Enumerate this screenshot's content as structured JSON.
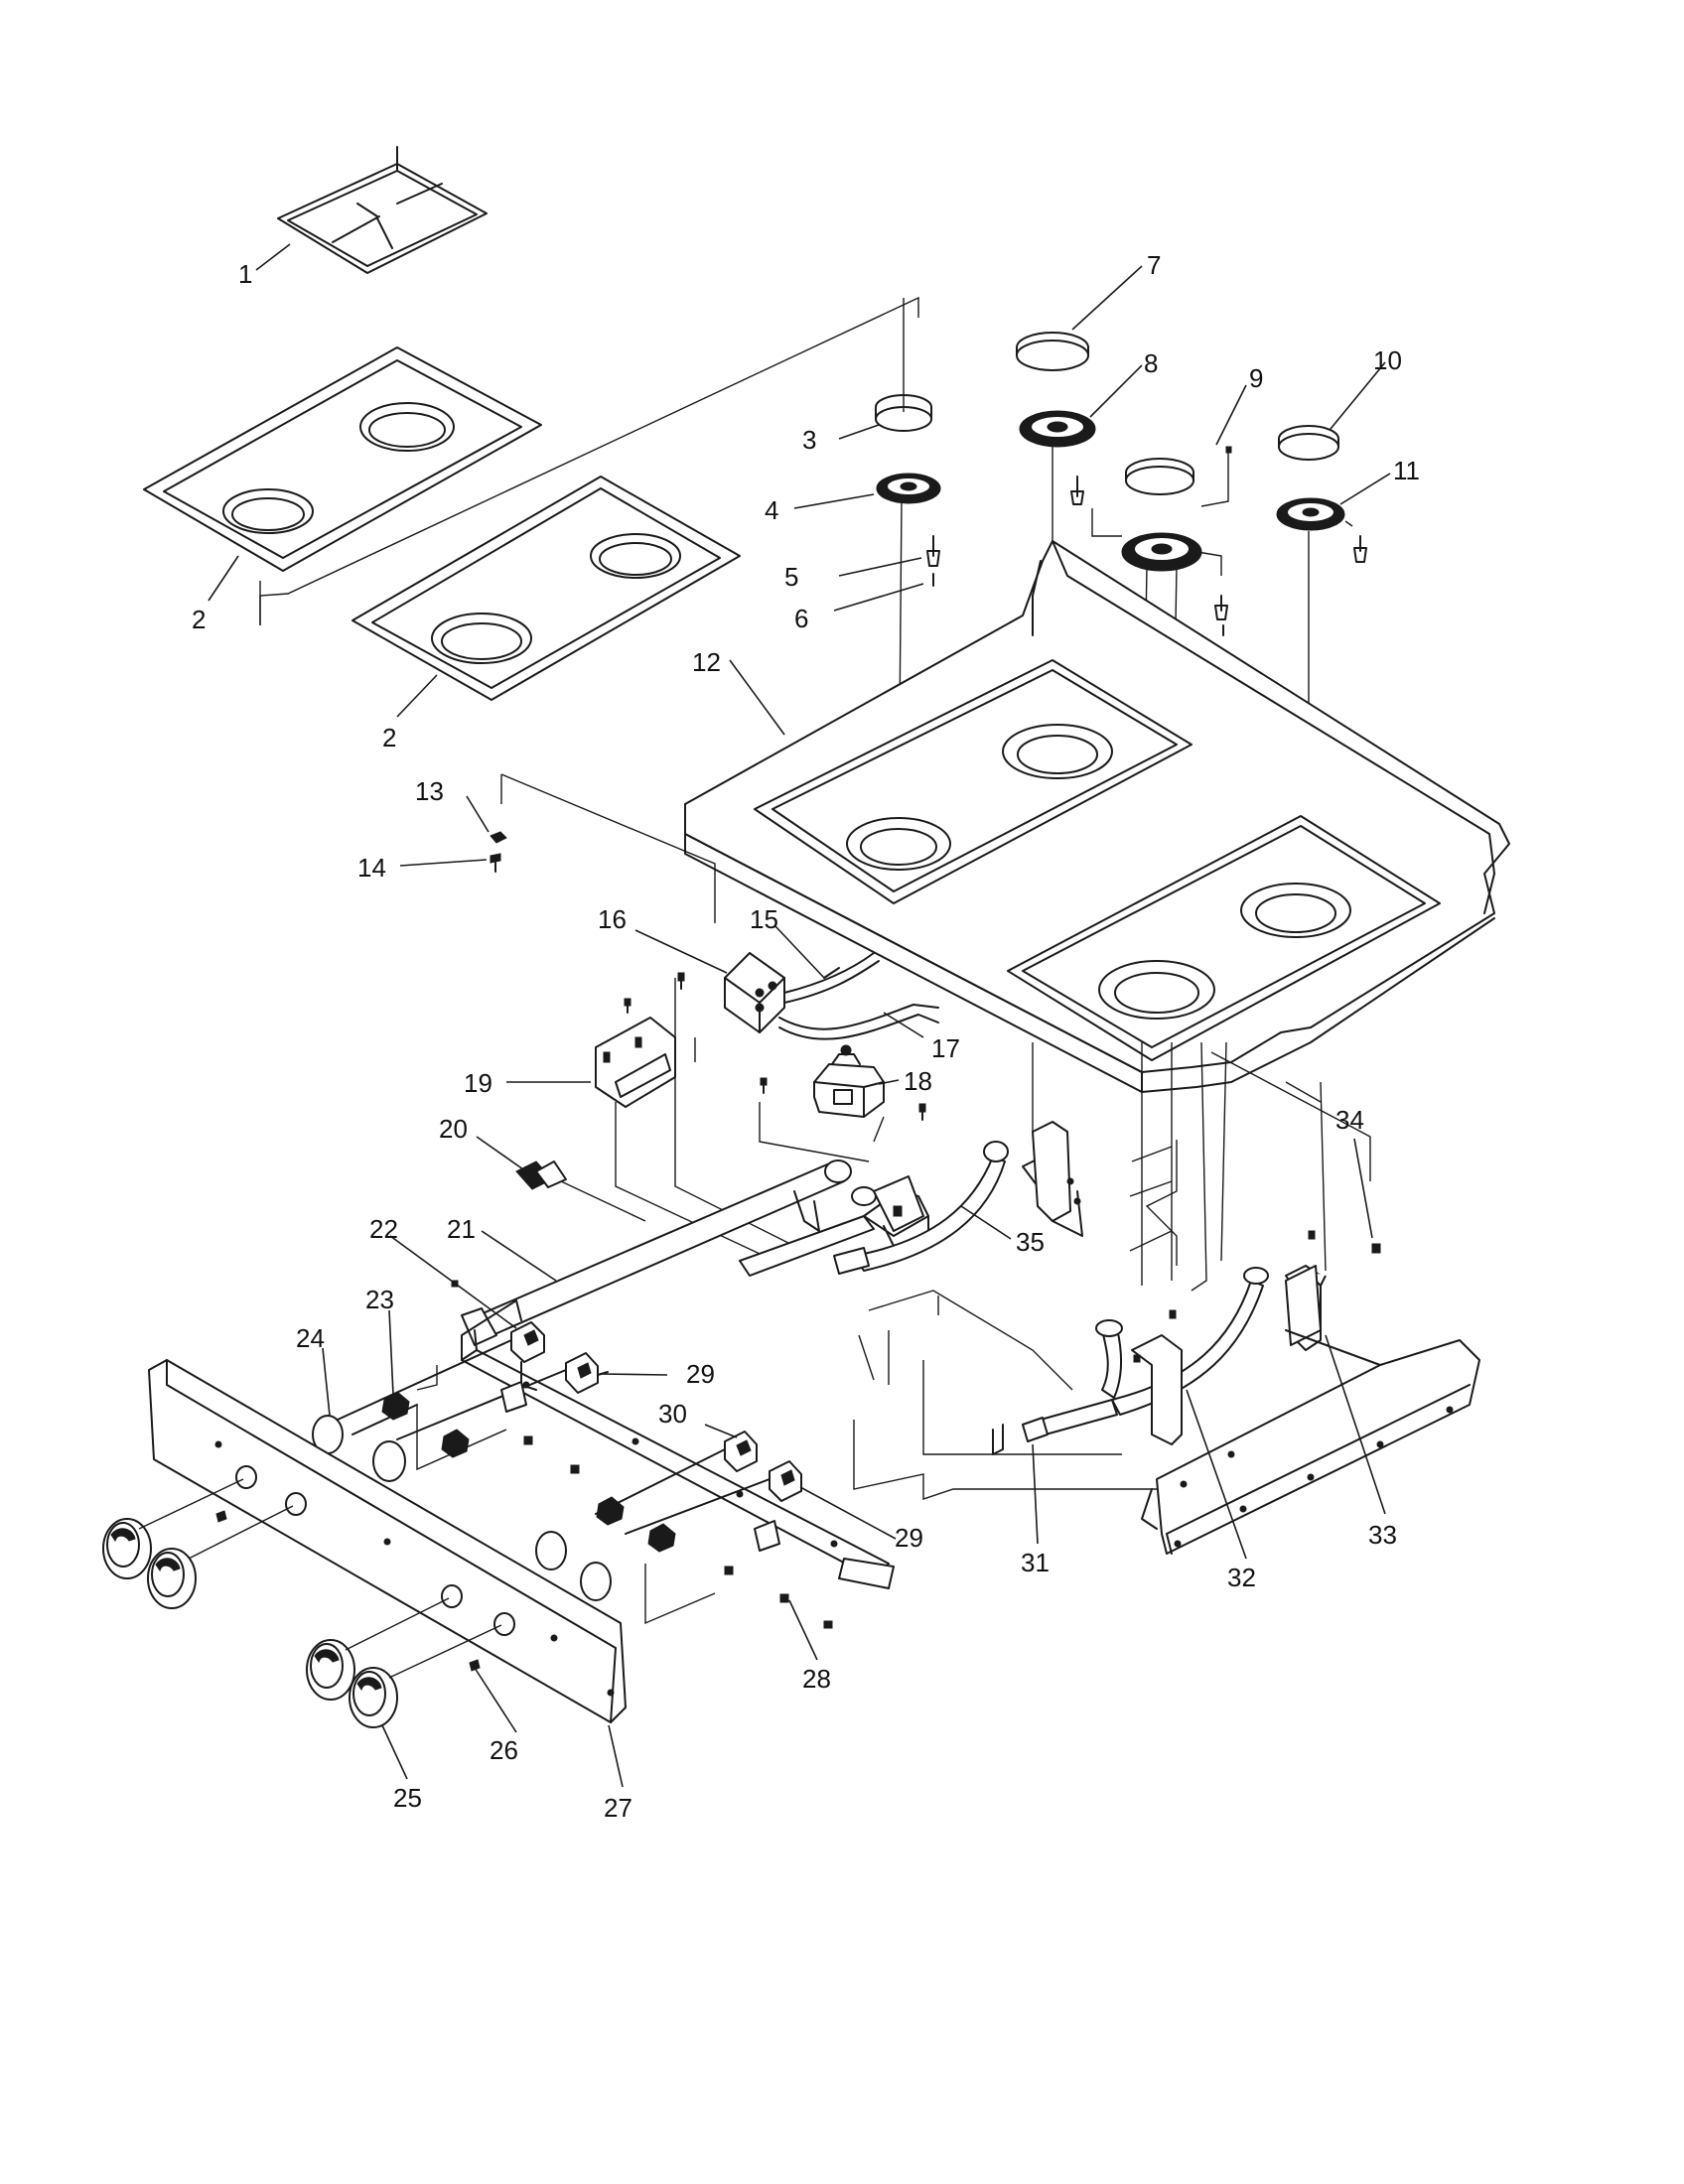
{
  "callouts": [
    {
      "id": "1"
    },
    {
      "id": "2a",
      "text": "2"
    },
    {
      "id": "2b",
      "text": "2"
    },
    {
      "id": "3"
    },
    {
      "id": "4"
    },
    {
      "id": "5"
    },
    {
      "id": "6"
    },
    {
      "id": "7"
    },
    {
      "id": "8"
    },
    {
      "id": "9"
    },
    {
      "id": "10"
    },
    {
      "id": "11"
    },
    {
      "id": "12"
    },
    {
      "id": "13"
    },
    {
      "id": "14"
    },
    {
      "id": "15"
    },
    {
      "id": "16"
    },
    {
      "id": "17"
    },
    {
      "id": "18"
    },
    {
      "id": "19"
    },
    {
      "id": "20"
    },
    {
      "id": "21"
    },
    {
      "id": "22"
    },
    {
      "id": "23"
    },
    {
      "id": "24"
    },
    {
      "id": "25"
    },
    {
      "id": "26"
    },
    {
      "id": "27"
    },
    {
      "id": "28"
    },
    {
      "id": "29a",
      "text": "29"
    },
    {
      "id": "29b",
      "text": "29"
    },
    {
      "id": "30"
    },
    {
      "id": "31"
    },
    {
      "id": "32"
    },
    {
      "id": "33"
    },
    {
      "id": "34"
    },
    {
      "id": "35"
    }
  ]
}
